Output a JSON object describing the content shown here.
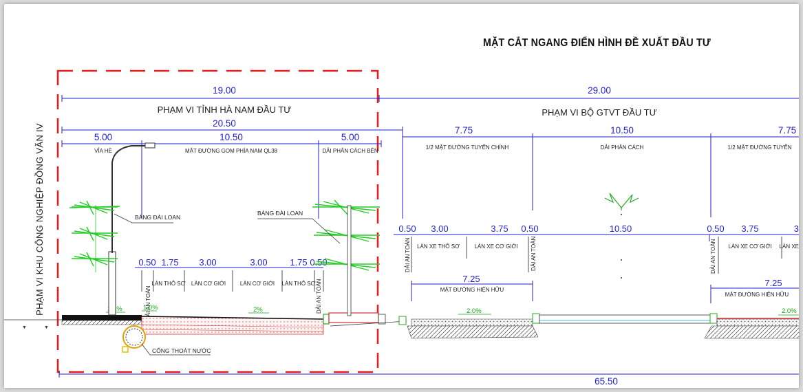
{
  "title": "MẶT CẮT NGANG ĐIỂN HÌNH ĐỀ XUẤT ĐẦU TƯ",
  "left_label": "PHẠM VI KHU CÔNG NGHIỆP ĐỒNG VĂN IV",
  "scope": {
    "province": {
      "width": "19.00",
      "label": "PHẠM VI TỈNH HÀ NAM ĐẦU TƯ"
    },
    "ministry": {
      "width": "29.00",
      "label": "PHẠM VI BỘ GTVT ĐẦU TƯ"
    }
  },
  "dims": {
    "d2050": "20.50",
    "sidewalk": "5.00",
    "road_width": "10.50",
    "side_strip": "5.00",
    "half_road": "7.75",
    "median": "10.50",
    "half_road_r": "7.75",
    "total": "65.50"
  },
  "zones": {
    "sidewalk": "VỈA HÈ",
    "frontage": "MẶT ĐƯỜNG GOM PHÍA NAM QL38",
    "side_strip": "DẢI PHÂN CÁCH BÊN",
    "half_main": "1/2 MẶT ĐƯỜNG TUYẾN CHÍNH",
    "median": "DẢI PHÂN CÁCH",
    "half_main_r": "1/2 MẶT ĐƯỜNG TUYẾN"
  },
  "trees": {
    "label_left": "BÀNG ĐÀI LOAN",
    "label_right": "BÀNG ĐÀI LOAN"
  },
  "frontage_lanes": {
    "widths": [
      "0.50",
      "1.75",
      "3.00",
      "3.00",
      "1.75",
      "0.50"
    ],
    "names": [
      "DẢI AN TOÀN",
      "LÀN THÔ SƠ",
      "LÀN CƠ GIỚI",
      "LÀN CƠ GIỚI",
      "LÀN THÔ SƠ",
      "DẢI AN TOÀN"
    ]
  },
  "main_lanes": {
    "widths": [
      "0.50",
      "3.00",
      "3.75",
      "0.50"
    ],
    "names": [
      "DẢI AN TOÀN",
      "LÀN XE THÔ SƠ",
      "LÀN XE CƠ GIỚI",
      "DẢI AN TOÀN"
    ],
    "median_dim": "10.50",
    "existing_width": "7.25",
    "existing_label": "MẶT ĐƯỜNG HIỆN HỮU"
  },
  "right_lanes": {
    "widths": [
      "0.50",
      "3.75",
      "3"
    ],
    "names": [
      "DẢI AN TOÀN",
      "LÀN XE CƠ GIỚI",
      "LÀN XE"
    ],
    "existing_width": "7.25",
    "existing_label": "MẶT ĐƯỜNG HIỆN HỮU"
  },
  "slopes": {
    "sidewalk": "1.5%",
    "safety": "1.0%",
    "frontage": "2%",
    "main": "2.0%",
    "main_r": "2.0%"
  },
  "drain_label": "CỐNG THOÁT NƯỚC",
  "colors": {
    "dimension": "#1f1fd6",
    "boundary": "#e02020",
    "tree": "#22cc22",
    "slope": "#16a316"
  }
}
